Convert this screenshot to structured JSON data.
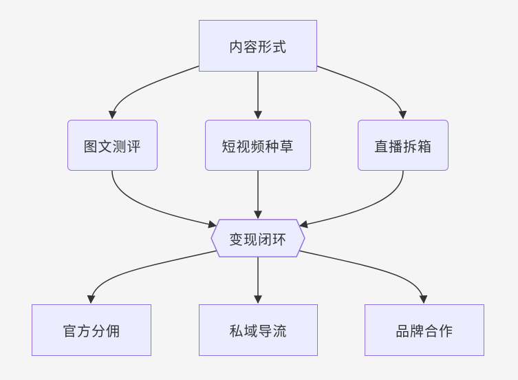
{
  "diagram": {
    "type": "flowchart",
    "nodes": {
      "content_form": "内容形式",
      "image_review": "图文测评",
      "short_video": "短视频种草",
      "live_unbox": "直播拆箱",
      "monetize_loop": "变现闭环",
      "official_commission": "官方分佣",
      "private_traffic": "私域导流",
      "brand_coop": "品牌合作"
    },
    "edges": [
      [
        "content_form",
        "image_review"
      ],
      [
        "content_form",
        "short_video"
      ],
      [
        "content_form",
        "live_unbox"
      ],
      [
        "image_review",
        "monetize_loop"
      ],
      [
        "short_video",
        "monetize_loop"
      ],
      [
        "live_unbox",
        "monetize_loop"
      ],
      [
        "monetize_loop",
        "official_commission"
      ],
      [
        "monetize_loop",
        "private_traffic"
      ],
      [
        "monetize_loop",
        "brand_coop"
      ]
    ]
  },
  "colors": {
    "node_fill": "#ececff",
    "node_border": "#9370db",
    "edge": "#333333",
    "background": "#f5f5f5"
  }
}
